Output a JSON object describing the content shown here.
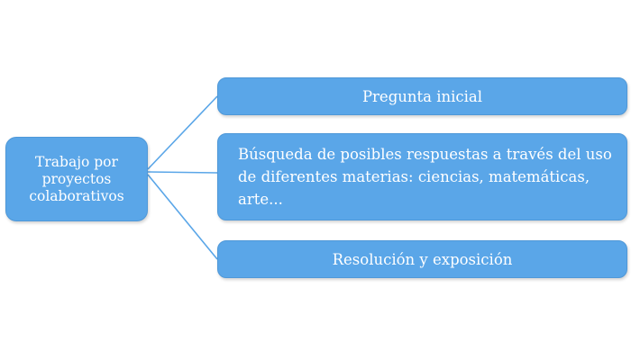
{
  "diagram": {
    "root": {
      "label": "Trabajo por proyectos colaborativos"
    },
    "children": [
      {
        "label": "Pregunta inicial"
      },
      {
        "label": "Búsqueda de posibles respuestas a través del uso de diferentes materias: ciencias, matemáticas, arte..."
      },
      {
        "label": "Resolución y exposición"
      }
    ],
    "colors": {
      "node_fill": "#5aa6e8",
      "connector": "#5aa6e8",
      "text": "#ffffff"
    }
  }
}
